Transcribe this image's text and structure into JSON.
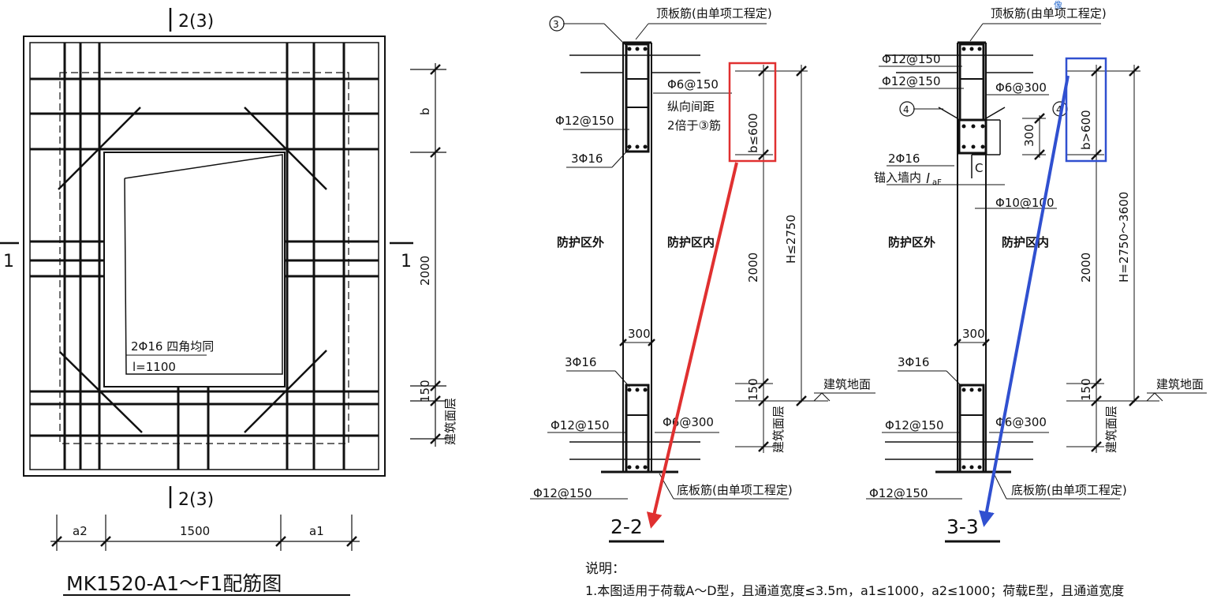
{
  "plan": {
    "section_mark_top": "2(3)",
    "section_mark_bottom": "2(3)",
    "section_mark_left": "1",
    "section_mark_right": "1",
    "corner_bar_label": "2Φ16 四角均同",
    "corner_bar_length": "l=1100",
    "dim_b": "b",
    "dim_2000": "2000",
    "dim_150": "150",
    "floor_finish": "建筑面层",
    "dim_a2": "a2",
    "dim_1500": "1500",
    "dim_a1": "a1",
    "title": "MK1520-A1～F1配筋图"
  },
  "section22": {
    "marker": "3",
    "top_slab": "顶板筋(由单项工程定)",
    "stirrup_top": "Φ6@150",
    "note_spacing": "纵向间距",
    "note_double": "2倍于③筋",
    "dist_bars": "Φ12@150",
    "bars_3": "3Φ16",
    "dim_b": "b≤600",
    "outside": "防护区外",
    "inside": "防护区内",
    "dim_2000": "2000",
    "dim_H": "H≤2750",
    "dim_300": "300",
    "bars_3_lower": "3Φ16",
    "ground": "建筑地面",
    "dim_150": "150",
    "dist_bars_lower": "Φ12@150",
    "stirrup_lower": "Φ6@300",
    "floor_finish": "建筑面层",
    "dist_bars_bottom": "Φ12@150",
    "bottom_slab": "底板筋(由单项工程定)",
    "title": "2-2"
  },
  "section33": {
    "top_slab": "顶板筋(由单项工程定)",
    "top_mark": "像",
    "dist_bars_1": "Φ12@150",
    "dist_bars_2": "Φ12@150",
    "stirrup_top": "Φ6@300",
    "marker_left": "4",
    "marker_right": "4",
    "dim_300": "300",
    "dim_b": "b>600",
    "bars_2": "2Φ16",
    "anchor": "锚入墙内",
    "anchor_sym": "l",
    "anchor_sub": "aF",
    "letter_c": "C",
    "stirrup_c": "Φ10@100",
    "outside": "防护区外",
    "inside": "防护区内",
    "dim_2000": "2000",
    "dim_H": "H=2750～3600",
    "dim_300_lower": "300",
    "bars_3_lower": "3Φ16",
    "ground": "建筑地面",
    "dim_150": "150",
    "dist_bars_lower": "Φ12@150",
    "stirrup_lower": "Φ6@300",
    "floor_finish": "建筑面层",
    "dist_bars_bottom": "Φ12@150",
    "bottom_slab": "底板筋(由单项工程定)",
    "title": "3-3"
  },
  "notes": {
    "title": "说明：",
    "line1": "1.本图适用于荷载A～D型，且通道宽度≤3.5m，a1≤1000，a2≤1000；荷载E型，且通道宽度"
  },
  "colors": {
    "ink": "#111111",
    "red_highlight": "#e03030",
    "blue_highlight": "#3050d0"
  }
}
